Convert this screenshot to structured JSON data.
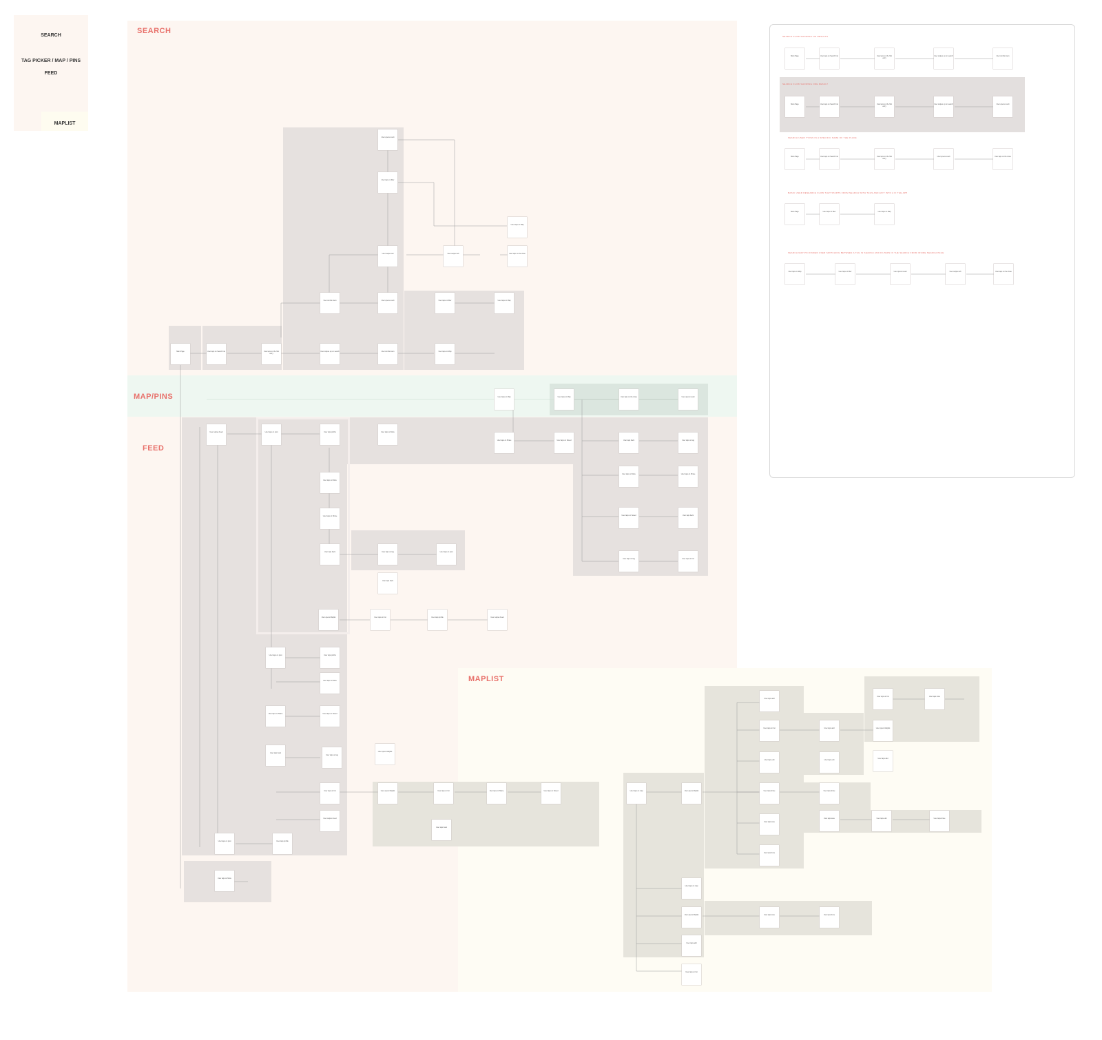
{
  "legend": {
    "search": "SEARCH",
    "tag_picker": "TAG PICKER / MAP / PINS",
    "feed": "FEED",
    "maplist": "MAPLIST"
  },
  "sections": {
    "search": "SEARCH",
    "map_pins": "MAP/PINS",
    "feed": "FEED",
    "maplist": "MAPLIST"
  },
  "search_screens": [
    {
      "label": "Main Page"
    },
    {
      "label": "User taps on Search bar"
    },
    {
      "label": "User taps on the first entry"
    },
    {
      "label": "User swipes up on search"
    },
    {
      "label": "User scrolls down"
    },
    {
      "label": "User taps on filter"
    },
    {
      "label": "User opens result"
    },
    {
      "label": "User taps on Map"
    },
    {
      "label": "User swipes left"
    },
    {
      "label": "User taps on the close"
    }
  ],
  "feed_screens": [
    {
      "label": "User swipes Feed"
    },
    {
      "label": "User taps on post"
    },
    {
      "label": "User taps profile"
    },
    {
      "label": "User taps on More"
    },
    {
      "label": "User taps on Share"
    },
    {
      "label": "User taps on Saved"
    },
    {
      "label": "User taps back"
    },
    {
      "label": "User taps on tag"
    },
    {
      "label": "User opens Maplist"
    },
    {
      "label": "User taps on list"
    }
  ],
  "maplist_screens": [
    {
      "label": "User taps on map"
    },
    {
      "label": "User opens Maplist"
    },
    {
      "label": "User taps add"
    },
    {
      "label": "User taps on list"
    },
    {
      "label": "User taps edit"
    },
    {
      "label": "User taps share"
    },
    {
      "label": "User taps save"
    },
    {
      "label": "User taps done"
    }
  ],
  "panel": {
    "flows": [
      {
        "title": "SEARCH FLOW SHOWING NO RESULTS"
      },
      {
        "title": "SEARCH FLOW SHOWING ONE RESULT"
      },
      {
        "title": "SEARCH USER TYPES IN A SPECIFIC NAME OF THE PLACE"
      },
      {
        "title": "BASIC USER RESEARCH FLOW THAT STARTS FROM SEARCH WITH TAGS AND EXIT INTO A IF THE APP"
      },
      {
        "title": "SEARCH MAP PIN FINDER USER SWITCHING BETWEEN A TAG IN SEARCH AND FILTERS IN THE SEARCH FROM INSIDE SEARCH PAGE"
      }
    ],
    "screen_main_page": "Main Page"
  }
}
